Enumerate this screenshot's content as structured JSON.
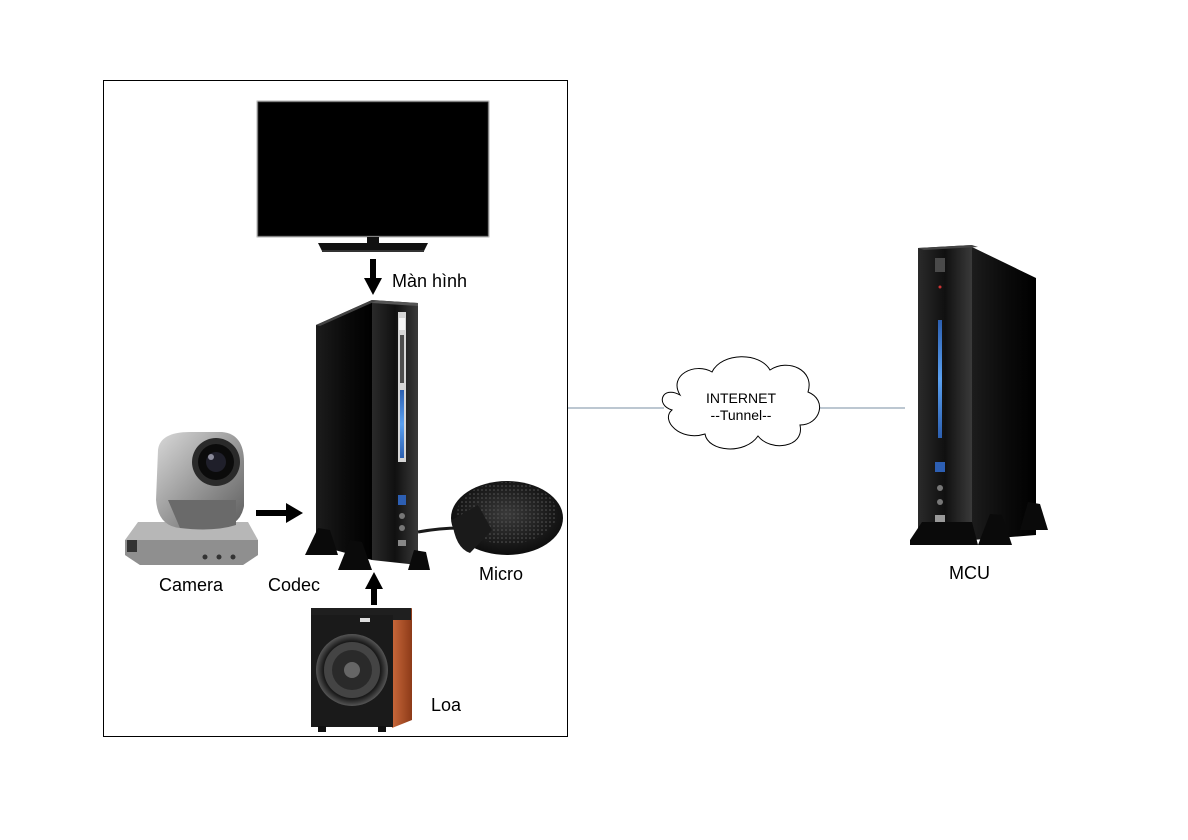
{
  "labels": {
    "monitor": "Màn hình",
    "camera": "Camera",
    "codec": "Codec",
    "micro": "Micro",
    "speaker": "Loa",
    "mcu": "MCU"
  },
  "cloud": {
    "line1": "INTERNET",
    "line2": "--Tunnel--"
  },
  "colors": {
    "box_border": "#000000",
    "link_line": "#7a8fa3",
    "arrow": "#000000",
    "device_black": "#0a0a0a",
    "speaker_wood": "#b5542b",
    "led_blue": "#3a78d6"
  },
  "icons": {
    "monitor": "tv-monitor-icon",
    "codec": "tower-pc-icon",
    "camera": "ptz-camera-icon",
    "micro": "conference-microphone-icon",
    "speaker": "subwoofer-icon",
    "mcu": "tower-server-icon",
    "cloud": "cloud-icon"
  }
}
